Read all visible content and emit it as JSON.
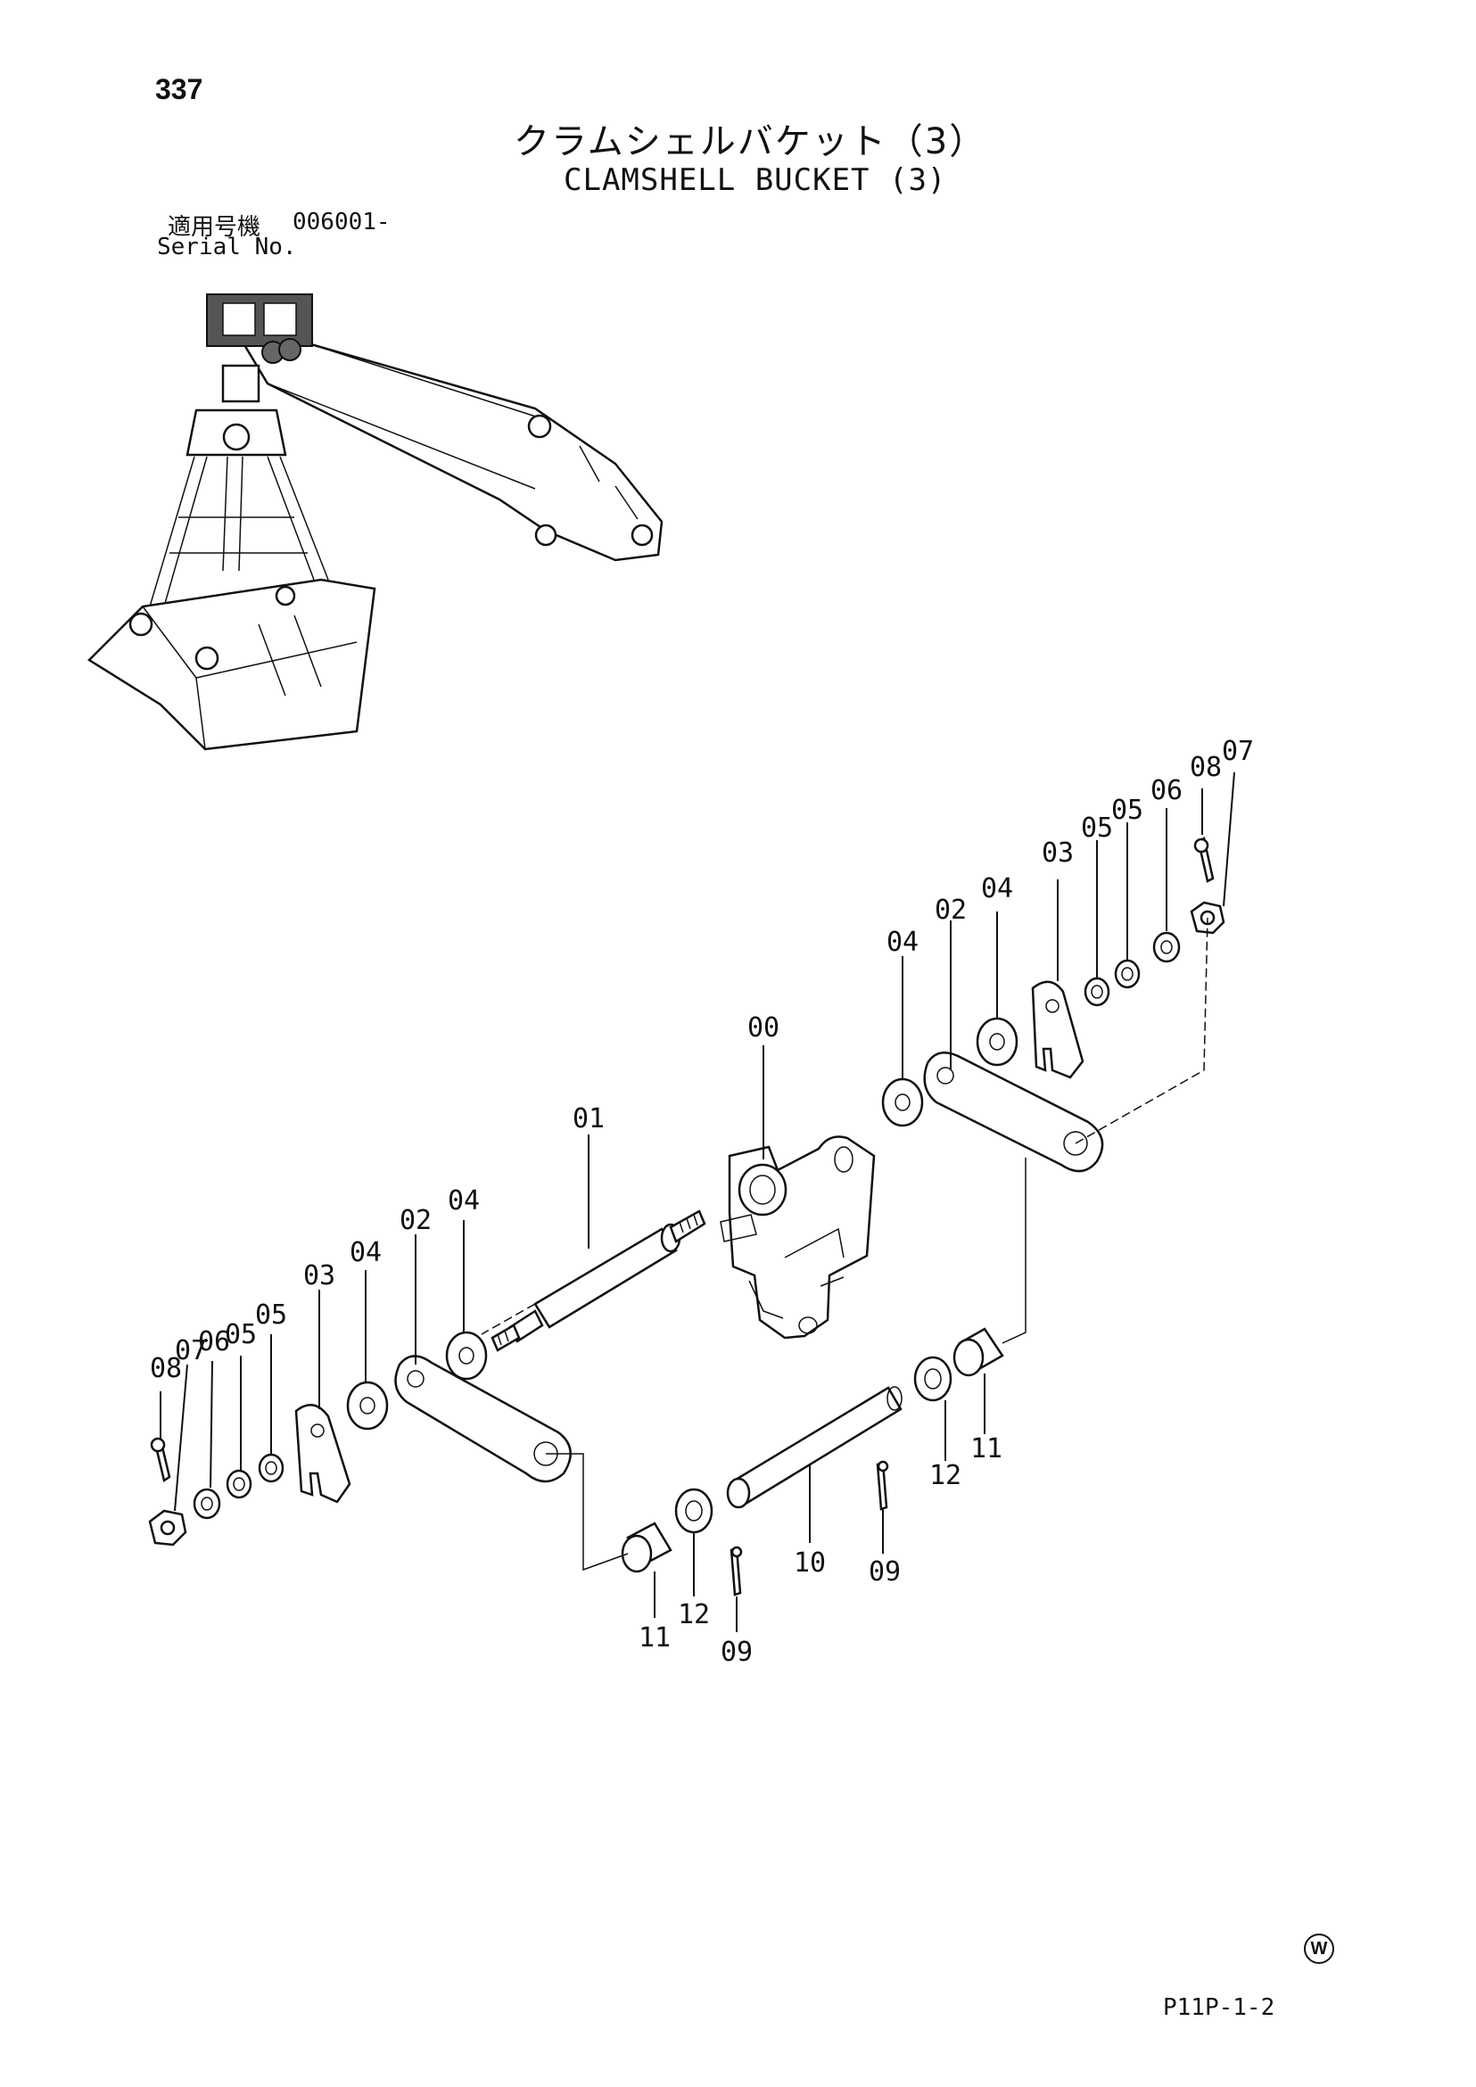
{
  "page_number": "337",
  "title_jp": "クラムシェルバケット（3）",
  "title_en": "CLAMSHELL BUCKET (3)",
  "serial": {
    "label_jp": "適用号機",
    "value": "006001-",
    "label_en": "Serial No."
  },
  "w_mark": "W",
  "figure_code": "P11P-1-2",
  "part_labels": {
    "p00": "00",
    "p01": "01",
    "right_02": "02",
    "right_03": "03",
    "right_04a": "04",
    "right_04b": "04",
    "right_05a": "05",
    "right_05b": "05",
    "right_06": "06",
    "right_07": "07",
    "right_08": "08",
    "left_02": "02",
    "left_03": "03",
    "left_04a": "04",
    "left_04b": "04",
    "left_05a": "05",
    "left_05b": "05",
    "left_06": "06",
    "left_07": "07",
    "left_08": "08",
    "p09a": "09",
    "p09b": "09",
    "p10": "10",
    "p11a": "11",
    "p11b": "11",
    "p12a": "12",
    "p12b": "12"
  },
  "icons": [
    "clamshell-bucket-illustration",
    "registered-w-mark-icon"
  ]
}
